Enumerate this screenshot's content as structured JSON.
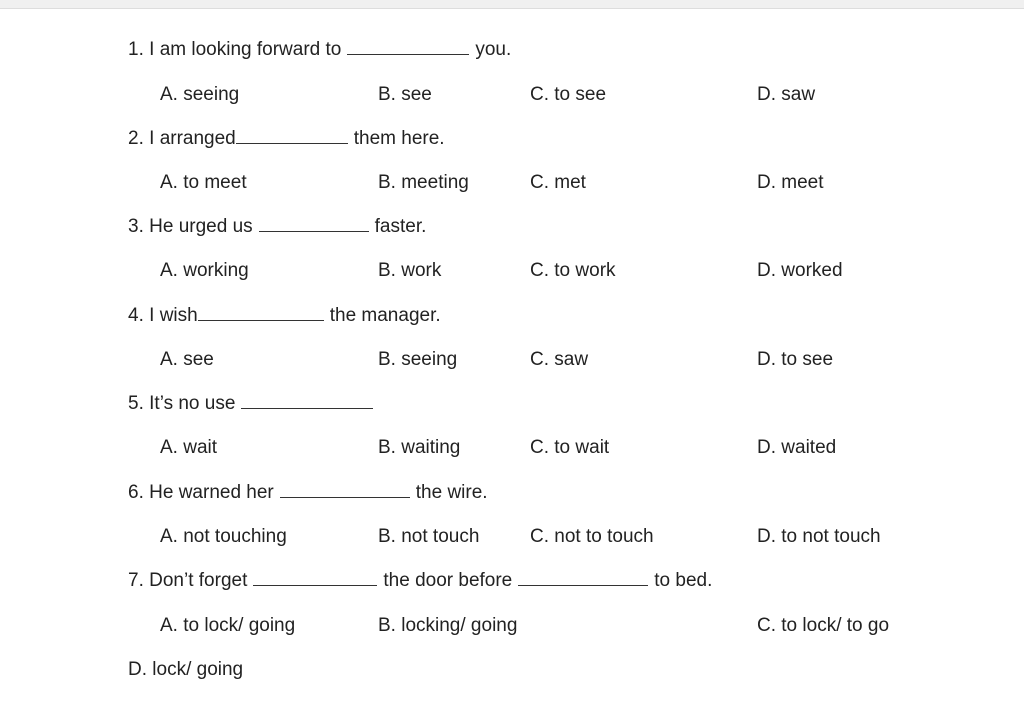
{
  "questions": [
    {
      "number": "1.",
      "parts": [
        "I am looking forward to",
        "you."
      ],
      "options": [
        "A. seeing",
        "B. see",
        "C. to see",
        "D. saw"
      ]
    },
    {
      "number": "2.",
      "parts": [
        "I arranged",
        "them here."
      ],
      "options": [
        "A. to meet",
        "B. meeting",
        "C. met",
        "D. meet"
      ]
    },
    {
      "number": "3.",
      "parts": [
        "He urged us",
        "faster."
      ],
      "options": [
        "A. working",
        "B. work",
        "C. to work",
        "D. worked"
      ]
    },
    {
      "number": "4.",
      "parts": [
        "I wish",
        "the manager."
      ],
      "options": [
        "A. see",
        "B. seeing",
        "C. saw",
        "D. to see"
      ]
    },
    {
      "number": "5.",
      "parts": [
        "It’s no use",
        ""
      ],
      "options": [
        "A. wait",
        "B. waiting",
        "C. to wait",
        "D. waited"
      ]
    },
    {
      "number": "6.",
      "parts": [
        "He warned her",
        "the wire."
      ],
      "options": [
        "A. not touching",
        "B. not touch",
        "C. not to touch",
        "D. to not touch"
      ]
    },
    {
      "number": "7.",
      "parts": [
        "Don’t forget",
        "the door before",
        "to bed."
      ],
      "options": [
        "A. to lock/ going",
        "B. locking/ going",
        "C. to lock/ to go",
        "D. lock/ going"
      ]
    }
  ]
}
